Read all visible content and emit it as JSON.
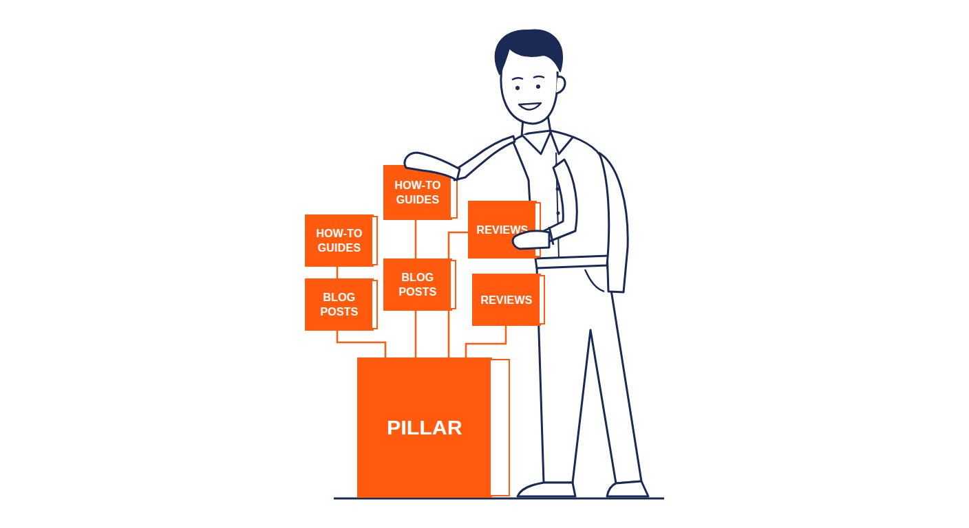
{
  "diagram": {
    "nodes": [
      {
        "text": [
          "HOW-TO GUIDES"
        ]
      },
      {
        "text": [
          "HOW-TO GUIDES"
        ]
      },
      {
        "text": [
          "REVIEWS"
        ]
      },
      {
        "text": [
          "BLOG POSTS"
        ]
      },
      {
        "text": [
          "BLOG POSTS"
        ]
      },
      {
        "text": [
          "REVIEWS"
        ]
      },
      {
        "text": [
          "PILLAR"
        ]
      }
    ],
    "edges": [
      {
        "from": 1,
        "to": 4,
        "arrow": "none"
      },
      {
        "from": 4,
        "to": 6,
        "arrow": "none"
      },
      {
        "from": 0,
        "to": 3,
        "arrow": "none"
      },
      {
        "from": 3,
        "to": 6,
        "arrow": "none"
      },
      {
        "from": 2,
        "to": 6,
        "arrow": "none"
      },
      {
        "from": 5,
        "to": 6,
        "arrow": "none"
      }
    ]
  }
}
